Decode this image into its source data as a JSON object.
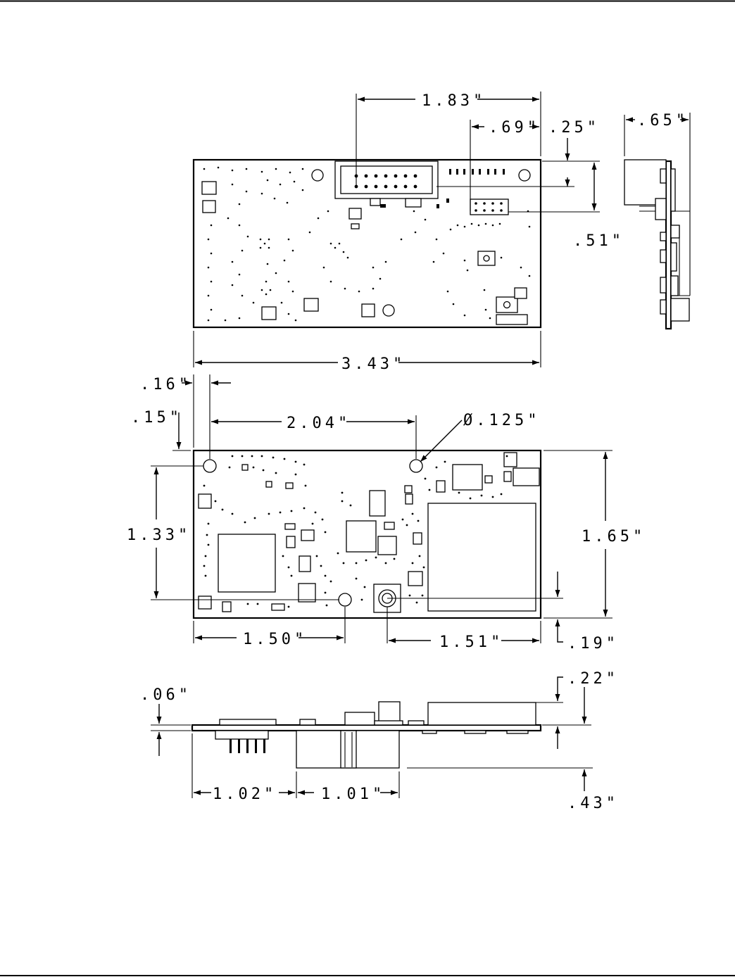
{
  "dimensions": {
    "top_length_183": "1.83\"",
    "top_length_069": ".69\"",
    "top_offset_025": ".25\"",
    "side_width_065": ".65\"",
    "top_offset_051": ".51\"",
    "board_length_343": "3.43\"",
    "hole_offset_016": ".16\"",
    "hole_offset_015": ".15\"",
    "hole_spacing_204": "2.04\"",
    "hole_diameter": "Ø.125\"",
    "hole_spacing_133": "1.33\"",
    "board_height_165": "1.65\"",
    "hole_offset_150": "1.50\"",
    "jack_offset_151": "1.51\"",
    "jack_offset_019": ".19\"",
    "thickness_006": ".06\"",
    "height_022": ".22\"",
    "length_102": "1.02\"",
    "length_101": "1.01\"",
    "height_043": ".43\""
  }
}
